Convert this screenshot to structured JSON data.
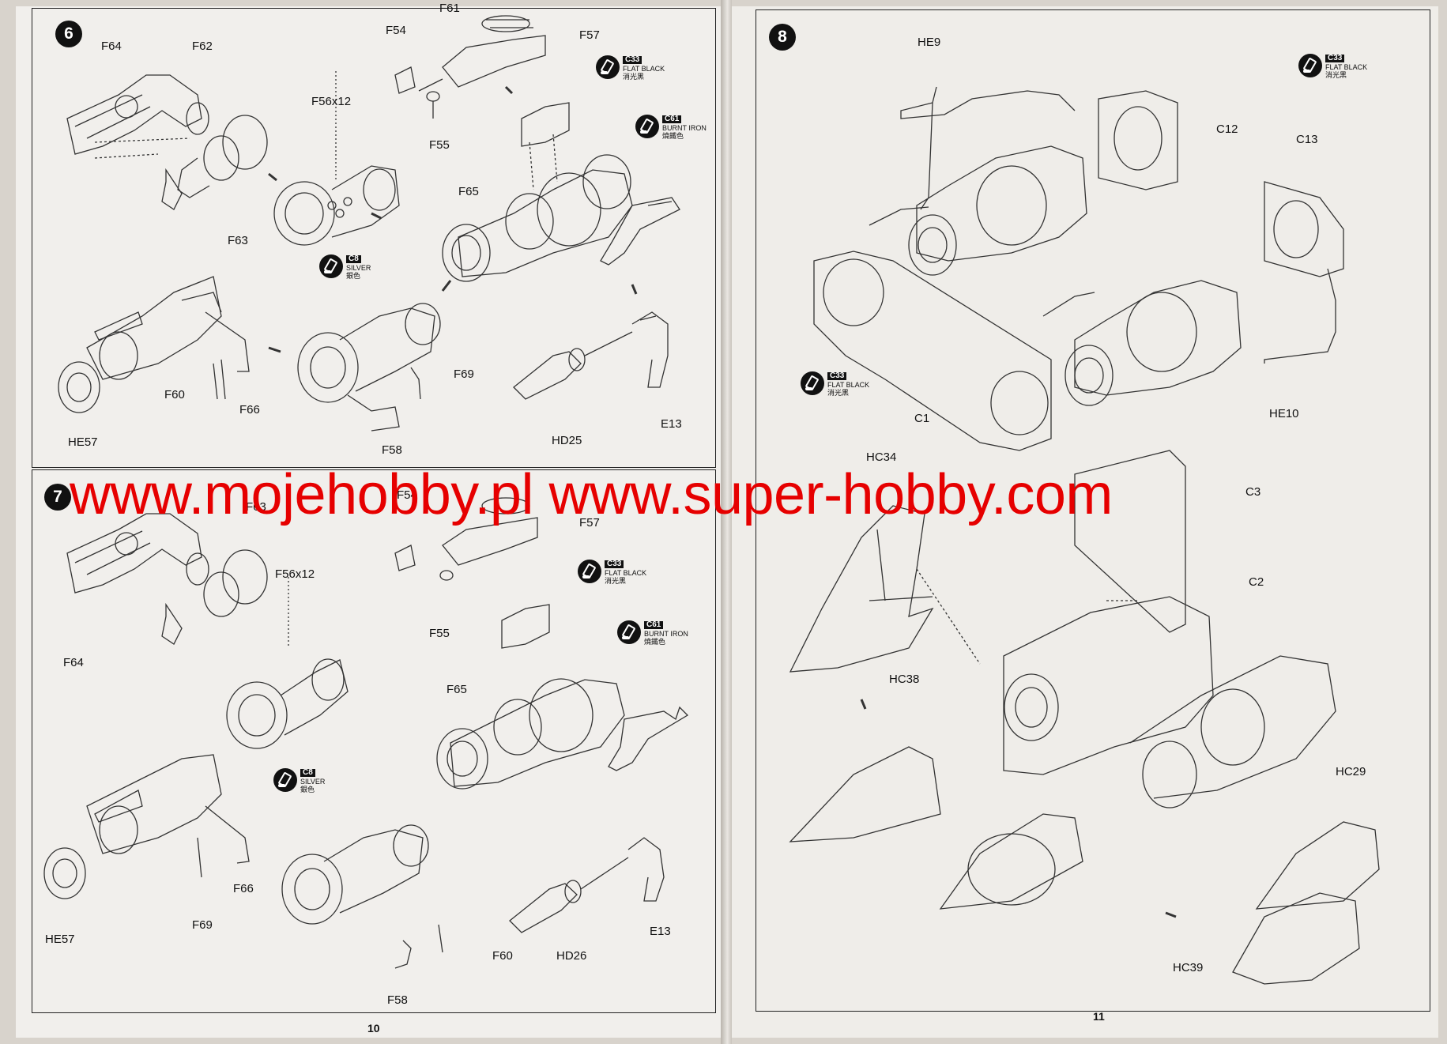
{
  "pages": {
    "left_number": "10",
    "right_number": "11"
  },
  "paint": {
    "flat_black": {
      "code": "C33",
      "name": "FLAT BLACK",
      "cn": "消光黑"
    },
    "silver": {
      "code": "C8",
      "name": "SILVER",
      "cn": "銀色"
    },
    "burnt_iron": {
      "code": "C61",
      "name": "BURNT IRON",
      "cn": "燒鐵色"
    }
  },
  "steps": {
    "s6": {
      "number": "6",
      "labels": {
        "f64": "F64",
        "f62": "F62",
        "f63": "F63",
        "f56": "F56x12",
        "f54": "F54",
        "f61": "F61",
        "f57": "F57",
        "f55": "F55",
        "f65": "F65",
        "f60": "F60",
        "f66": "F66",
        "he57": "HE57",
        "f58": "F58",
        "f69": "F69",
        "hd25": "HD25",
        "e13": "E13"
      }
    },
    "s7": {
      "number": "7",
      "labels": {
        "f64": "F64",
        "f63": "F63",
        "f56": "F56x12",
        "f54": "F54",
        "f57": "F57",
        "f55": "F55",
        "f65": "F65",
        "f66": "F66",
        "he57": "HE57",
        "f69": "F69",
        "f58": "F58",
        "f60": "F60",
        "hd26": "HD26",
        "e13": "E13"
      }
    },
    "s8": {
      "number": "8",
      "labels": {
        "he9": "HE9",
        "c12": "C12",
        "c13": "C13",
        "c1": "C1",
        "he10": "HE10",
        "hc34": "HC34",
        "c3": "C3",
        "hc38": "HC38",
        "c2": "C2",
        "hc29": "HC29",
        "hc39": "HC39"
      }
    }
  },
  "watermark": "www.mojehobby.pl www.super-hobby.com"
}
